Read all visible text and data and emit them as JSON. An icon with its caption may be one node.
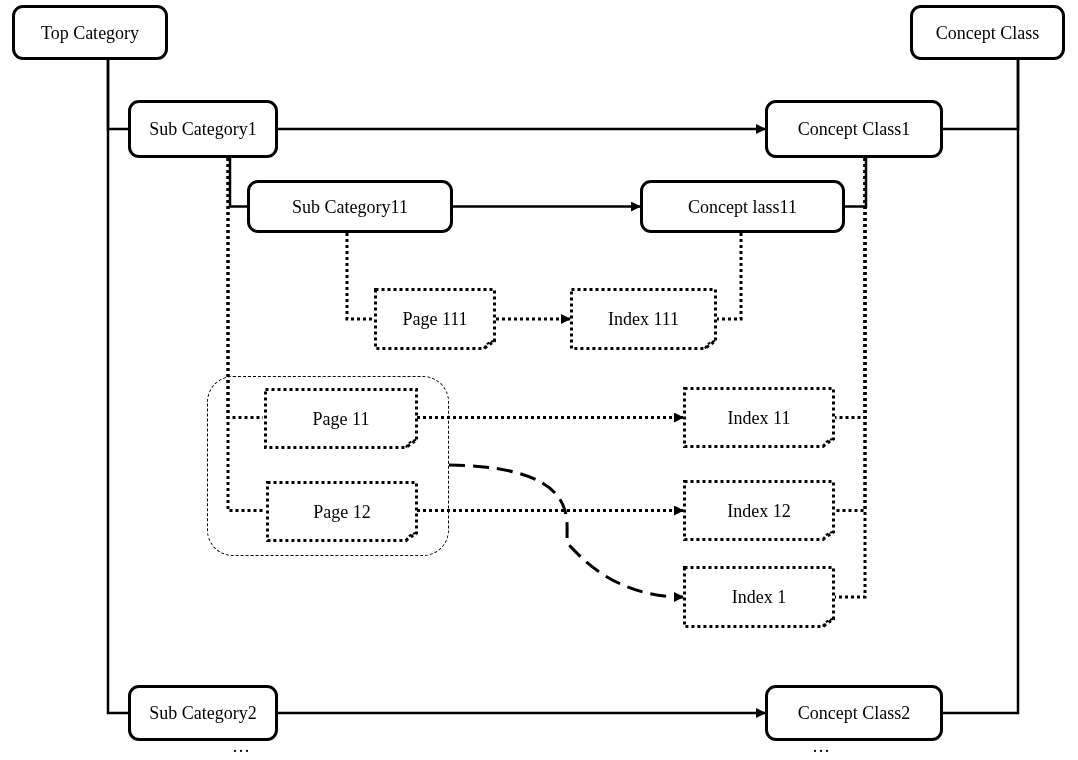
{
  "diagram": {
    "nodes": [
      {
        "text": [
          "Top Category"
        ]
      },
      {
        "text": [
          "Concept Class"
        ]
      },
      {
        "text": [
          "Sub Category1"
        ]
      },
      {
        "text": [
          "Concept Class1"
        ]
      },
      {
        "text": [
          "Sub Category11"
        ]
      },
      {
        "text": [
          "Concept lass11"
        ]
      },
      {
        "text": [
          "Page 111"
        ]
      },
      {
        "text": [
          "Index 111"
        ]
      },
      {
        "text": [],
        "shape": "box"
      },
      {
        "text": [
          "Page 11"
        ],
        "in": 8
      },
      {
        "text": [
          "Page 12"
        ],
        "in": 8
      },
      {
        "text": [
          "Index 11"
        ]
      },
      {
        "text": [
          "Index 12"
        ]
      },
      {
        "text": [
          "Index 1"
        ]
      },
      {
        "text": [
          "Sub Category2"
        ]
      },
      {
        "text": [
          "Concept Class2"
        ]
      }
    ],
    "edges": [
      {
        "from": 0,
        "to": 2,
        "arrow": "none"
      },
      {
        "from": 0,
        "to": 14,
        "arrow": "none"
      },
      {
        "from": 1,
        "to": 3,
        "arrow": "none"
      },
      {
        "from": 1,
        "to": 15,
        "arrow": "none"
      },
      {
        "from": 2,
        "to": 3,
        "arrow": "to"
      },
      {
        "from": 2,
        "to": 4,
        "arrow": "none"
      },
      {
        "from": 2,
        "to": 9,
        "arrow": "none",
        "style": "dashed"
      },
      {
        "from": 2,
        "to": 10,
        "arrow": "none",
        "style": "dashed"
      },
      {
        "from": 4,
        "to": 5,
        "arrow": "to"
      },
      {
        "from": 4,
        "to": 6,
        "arrow": "none",
        "style": "dashed"
      },
      {
        "from": 5,
        "to": 7,
        "arrow": "none",
        "style": "dashed"
      },
      {
        "from": 6,
        "to": 7,
        "arrow": "to",
        "style": "dashed"
      },
      {
        "from": 3,
        "to": 5,
        "arrow": "none"
      },
      {
        "from": 3,
        "to": 11,
        "arrow": "none",
        "style": "dashed"
      },
      {
        "from": 3,
        "to": 12,
        "arrow": "none",
        "style": "dashed"
      },
      {
        "from": 3,
        "to": 13,
        "arrow": "none",
        "style": "dashed"
      },
      {
        "from": 9,
        "to": 11,
        "arrow": "to",
        "style": "dashed"
      },
      {
        "from": 10,
        "to": 12,
        "arrow": "to",
        "style": "dashed"
      },
      {
        "from": 8,
        "to": 13,
        "arrow": "to",
        "style": "dashed"
      },
      {
        "from": 14,
        "to": 15,
        "arrow": "to"
      }
    ],
    "labels": [
      "…",
      "…"
    ]
  }
}
